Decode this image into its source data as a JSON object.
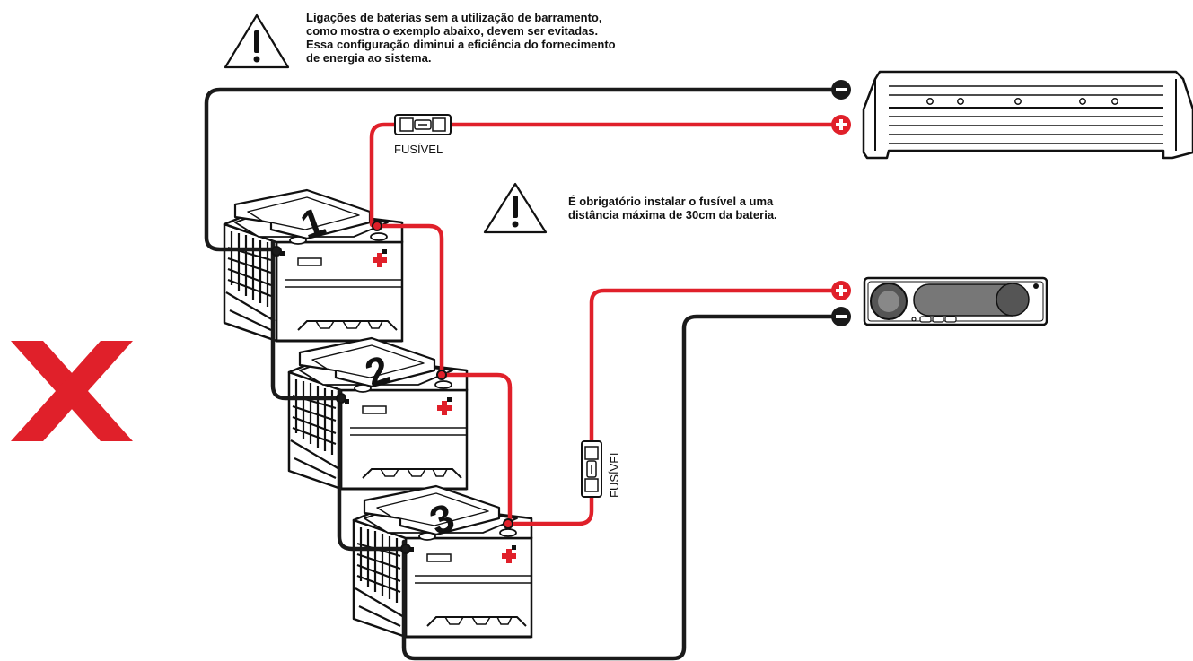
{
  "warning_top": {
    "lines": [
      "Ligações de baterias sem a utilização de barramento,",
      "como mostra o exemplo abaixo, devem ser evitadas.",
      "Essa configuração diminui a eficiência do fornecimento",
      "de energia ao sistema."
    ]
  },
  "warning_fuse": {
    "lines": [
      "É obrigatório instalar o fusível a uma",
      "distância máxima de 30cm da bateria."
    ]
  },
  "fuse_labels": [
    "FUSÍVEL",
    "FUSÍVEL"
  ],
  "batteries": [
    {
      "number": "1"
    },
    {
      "number": "2"
    },
    {
      "number": "3"
    }
  ],
  "icons": {
    "warning": "warning-triangle-icon",
    "negative": "minus-terminal-icon",
    "positive": "plus-terminal-icon",
    "wrong": "red-x-icon"
  },
  "colors": {
    "positive_wire": "#e0202a",
    "negative_wire": "#1a1a1a",
    "wrong_mark": "#e0202a"
  }
}
